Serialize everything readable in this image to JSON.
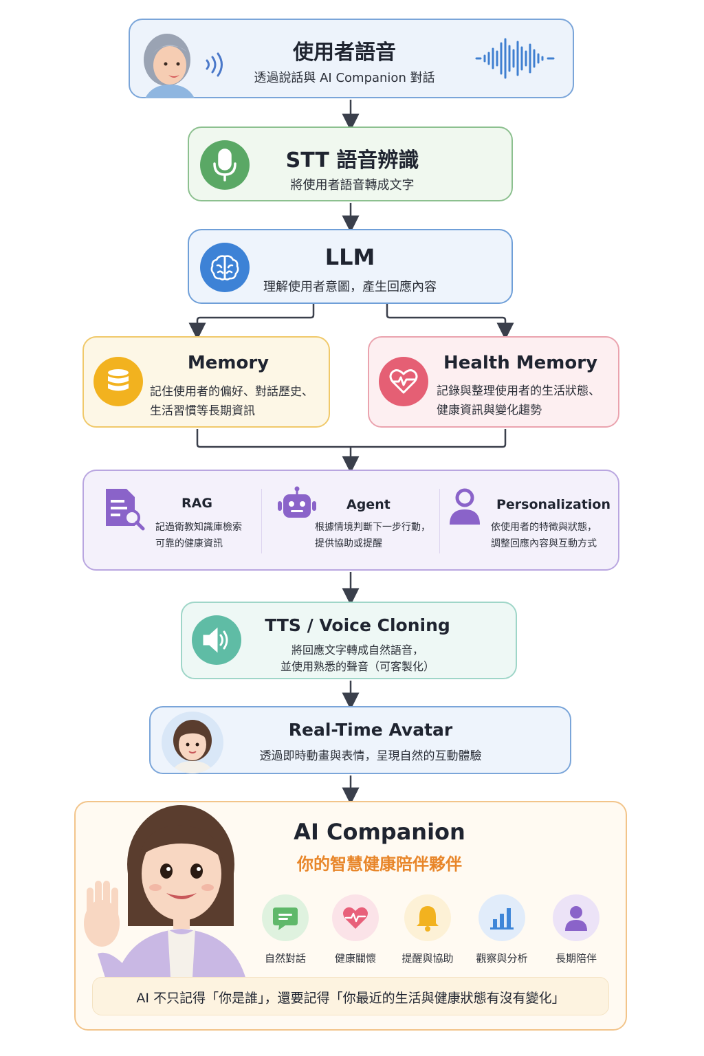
{
  "user_voice": {
    "title": "使用者語音",
    "subtitle": "透過說話與 AI Companion 對話"
  },
  "stt": {
    "title": "STT 語音辨識",
    "subtitle": "將使用者語音轉成文字"
  },
  "llm": {
    "title": "LLM",
    "subtitle": "理解使用者意圖，產生回應內容"
  },
  "memory": {
    "title": "Memory",
    "line1": "記住使用者的偏好、對話歷史、",
    "line2": "生活習慣等長期資訊"
  },
  "health_memory": {
    "title": "Health Memory",
    "line1": "記錄與整理使用者的生活狀態、",
    "line2": "健康資訊與變化趨勢"
  },
  "modules": [
    {
      "title": "RAG",
      "line1": "記過衛教知識庫檢索",
      "line2": "可靠的健康資訊"
    },
    {
      "title": "Agent",
      "line1": "根據情境判斷下一步行動，",
      "line2": "提供協助或提醒"
    },
    {
      "title": "Personalization",
      "line1": "依使用者的特徵與狀態，",
      "line2": "調整回應內容與互動方式"
    }
  ],
  "tts": {
    "title": "TTS / Voice Cloning",
    "line1": "將回應文字轉成自然語音，",
    "line2": "並使用熟悉的聲音（可客製化）"
  },
  "avatar": {
    "title": "Real-Time Avatar",
    "subtitle": "透過即時動畫與表情，呈現自然的互動體驗"
  },
  "companion": {
    "title": "AI Companion",
    "subtitle": "你的智慧健康陪伴夥伴",
    "features": [
      {
        "label": "自然對話",
        "icon": "chat-icon",
        "color": "#5fb86a",
        "bg": "#e3f3e3"
      },
      {
        "label": "健康關懷",
        "icon": "heart-pulse-icon",
        "color": "#e8607a",
        "bg": "#fbe3e8"
      },
      {
        "label": "提醒與協助",
        "icon": "bell-icon",
        "color": "#f2b21f",
        "bg": "#fdf1d6"
      },
      {
        "label": "觀察與分析",
        "icon": "bar-chart-icon",
        "color": "#3f86d8",
        "bg": "#e1ecfa"
      },
      {
        "label": "長期陪伴",
        "icon": "person-icon",
        "color": "#8a63c9",
        "bg": "#ece3f7"
      }
    ],
    "tagline": "AI 不只記得「你是誰」，還要記得「你最近的生活與健康狀態有沒有變化」"
  },
  "colors": {
    "blue": "#6f9fd8",
    "green": "#8cc08f",
    "yellow": "#f0c96a",
    "pink": "#eaa3ae",
    "purple": "#b9a6e0",
    "teal": "#9fd6c8",
    "orange": "#f2c48a"
  }
}
